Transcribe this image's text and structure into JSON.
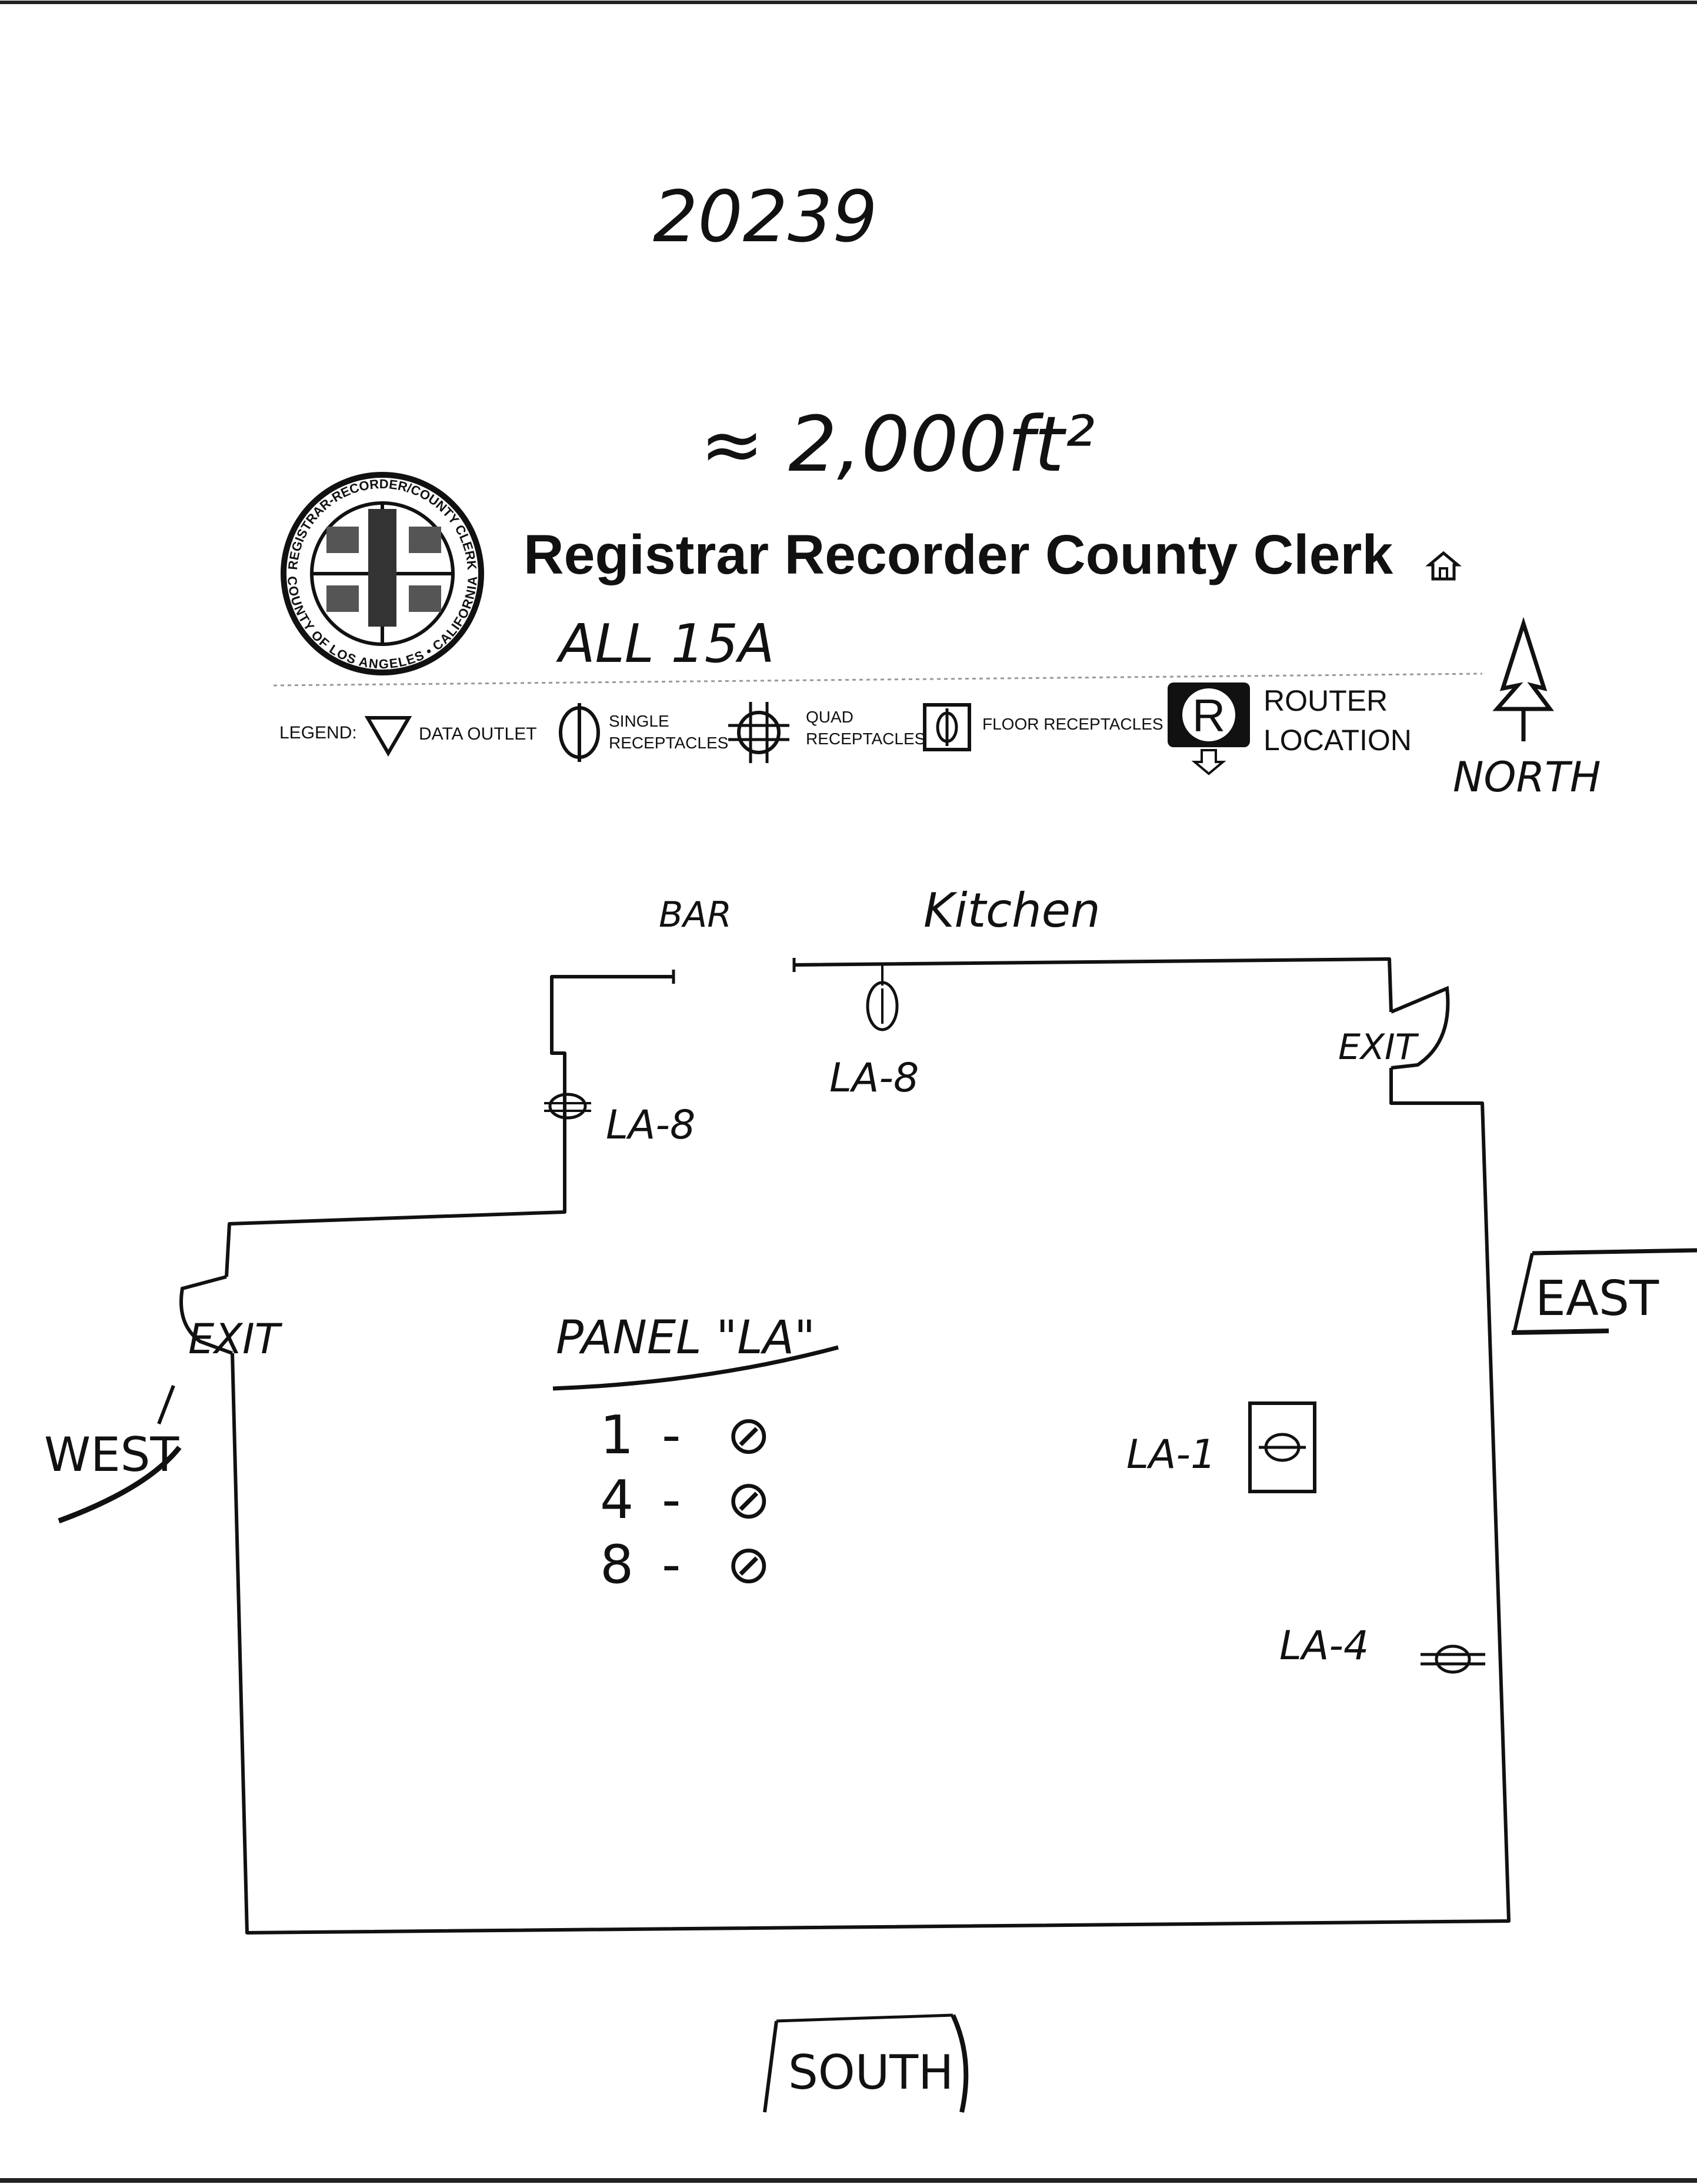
{
  "header": {
    "title": "Registrar Recorder County Clerk",
    "home_icon": "home-icon",
    "seal_top_text": "REGISTRAR-RECORDER/COUNTY CLERK",
    "seal_bottom_text": "COUNTY OF LOS ANGELES • CALIFORNIA"
  },
  "annotations": {
    "ref_number": "20239",
    "area": "≈ 2,000ft²",
    "note": "ALL 15A",
    "north": "NORTH"
  },
  "legend": {
    "label": "LEGEND:",
    "items": [
      {
        "icon": "triangle-down-icon",
        "label": "DATA OUTLET"
      },
      {
        "icon": "single-receptacle-icon",
        "label_line1": "SINGLE",
        "label_line2": "RECEPTACLES"
      },
      {
        "icon": "quad-receptacle-icon",
        "label_line1": "QUAD",
        "label_line2": "RECEPTACLES"
      },
      {
        "icon": "floor-receptacle-icon",
        "label": "FLOOR RECEPTACLES"
      },
      {
        "icon": "router-icon",
        "glyph": "R",
        "label_line1": "ROUTER",
        "label_line2": "LOCATION"
      }
    ]
  },
  "floorplan": {
    "rooms": {
      "bar": "BAR",
      "kitchen": "Kitchen"
    },
    "exits": {
      "east_top": "EXIT",
      "west": "EXIT"
    },
    "directions": {
      "east": "EAST",
      "west": "WEST",
      "south": "SOUTH"
    },
    "outlets": {
      "top_center": "LA-8",
      "left_jog": "LA-8",
      "east_box": "LA-1",
      "east_lower": "LA-4"
    },
    "panel": {
      "title": "PANEL \"LA\"",
      "circuits": [
        {
          "num": "1",
          "dash": "-",
          "sym": "⊘"
        },
        {
          "num": "4",
          "dash": "-",
          "sym": "⊘"
        },
        {
          "num": "8",
          "dash": "-",
          "sym": "⊘"
        }
      ]
    }
  }
}
